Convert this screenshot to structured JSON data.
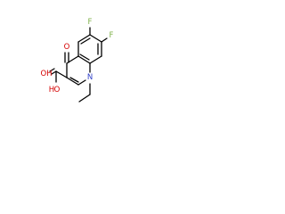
{
  "molecule": {
    "atoms": {
      "fluorine_top": "F",
      "fluorine_right": "F",
      "oxygen_ketone": "O",
      "oxygen_hydroxyl": "OH",
      "hydroxyl_h": "H",
      "oxygen_hydroxyl_o": "O",
      "nitrogen": "N"
    },
    "colors": {
      "bond": "#000000",
      "fluorine": "#7fb24a",
      "oxygen": "#d40000",
      "nitrogen": "#2f3fc8",
      "background": "#ffffff"
    }
  }
}
